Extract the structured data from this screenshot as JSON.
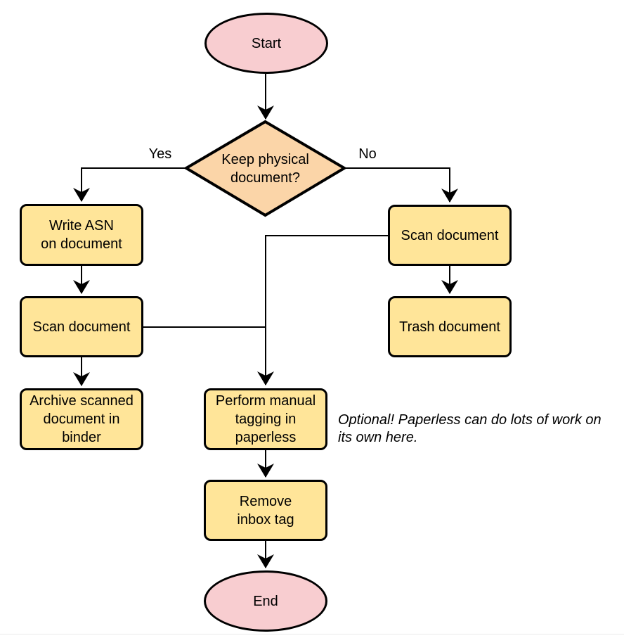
{
  "diagram": {
    "type": "flowchart",
    "colors": {
      "terminal_fill": "#f8cdd0",
      "decision_fill": "#fbd5a8",
      "process_fill": "#ffe599",
      "stroke": "#000000",
      "page_divider": "#e9e9e9"
    },
    "nodes": {
      "start": {
        "label": "Start"
      },
      "decision": {
        "label": "Keep physical\ndocument?"
      },
      "write_asn": {
        "label": "Write ASN\non document"
      },
      "scan_left": {
        "label": "Scan document"
      },
      "archive": {
        "label": "Archive scanned\ndocument in\nbinder"
      },
      "scan_right": {
        "label": "Scan document"
      },
      "trash": {
        "label": "Trash document"
      },
      "tagging": {
        "label": "Perform manual\ntagging in\npaperless"
      },
      "remove_inbox": {
        "label": "Remove\ninbox tag"
      },
      "end": {
        "label": "End"
      }
    },
    "edge_labels": {
      "yes": "Yes",
      "no": "No"
    },
    "note": "Optional! Paperless can do lots of work on\nits own here."
  }
}
